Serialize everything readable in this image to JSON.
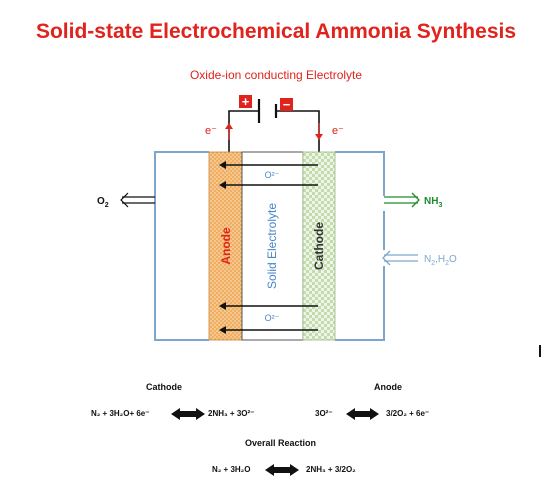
{
  "title": "Solid-state Electrochemical Ammonia Synthesis",
  "subtitle": "Oxide-ion conducting Electrolyte",
  "battery": {
    "plus": "+",
    "minus": "−"
  },
  "electron_left": "e⁻",
  "electron_right": "e⁻",
  "oxide_ion_top": "O²⁻",
  "oxide_ion_bottom": "O²⁻",
  "anode_label": "Anode",
  "electrolyte_label": "Solid Electrolyte",
  "cathode_label": "Cathode",
  "o2_output": {
    "base": "O",
    "sub": "2"
  },
  "nh3_output": {
    "base": "NH",
    "sub": "3"
  },
  "feed_input": {
    "a": "N",
    "a_sub": "2",
    "b": ",H",
    "b_sub": "2",
    "c": "O"
  },
  "cathode_heading": "Cathode",
  "anode_heading": "Anode",
  "cathode_reaction": {
    "left": "N₂ + 3H₂O+ 6e⁻",
    "right": "2NH₃ + 3O²⁻"
  },
  "anode_reaction": {
    "left": "3O²⁻",
    "right": "3/2O₂ + 6e⁻"
  },
  "overall_heading": "Overall Reaction",
  "overall_reaction": {
    "left": "N₂ + 3H₂O",
    "right": "2NH₃ + 3/2O₂"
  },
  "colors": {
    "title": "#e0231c",
    "cell_outline": "#7ea6cc",
    "anode_fill": "#f6c68a",
    "cathode_fill": "#d8e8c6",
    "electrolyte_text": "#4a86c8",
    "nh3": "#1f8a2a",
    "feed": "#7ea6cc"
  }
}
